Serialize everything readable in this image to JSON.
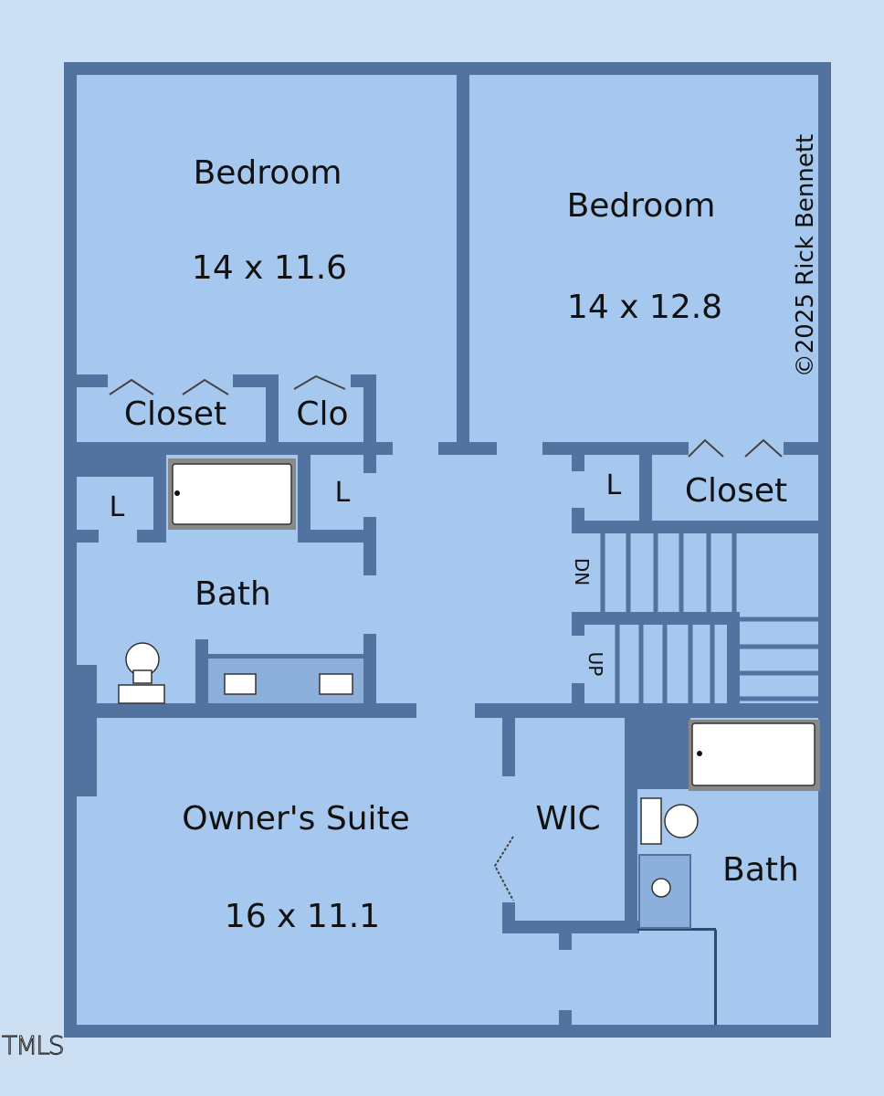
{
  "colors": {
    "background": "#cde0f3",
    "floor": "#a7c8ee",
    "wall": "#52729f",
    "text": "#111111"
  },
  "rooms": {
    "bedroom_1": {
      "name": "Bedroom",
      "dimensions": "14 x 11.6"
    },
    "bedroom_2": {
      "name": "Bedroom",
      "dimensions": "14 x 12.8"
    },
    "owners_suite": {
      "name": "Owner's Suite",
      "dimensions": "16 x 11.1"
    },
    "hall_bath": {
      "name": "Bath"
    },
    "owners_bath": {
      "name": "Bath"
    },
    "wic": {
      "name": "WIC"
    },
    "closet_bedroom_1": {
      "name": "Closet"
    },
    "closet_small": {
      "name": "Clo"
    },
    "closet_bedroom_2": {
      "name": "Closet"
    },
    "linen_1": {
      "name": "L"
    },
    "linen_2": {
      "name": "L"
    },
    "linen_3": {
      "name": "L"
    }
  },
  "stairs": {
    "down_label": "DN",
    "up_label": "UP"
  },
  "copyright": "©2025 Rick Bennett",
  "watermark": "TMLS"
}
